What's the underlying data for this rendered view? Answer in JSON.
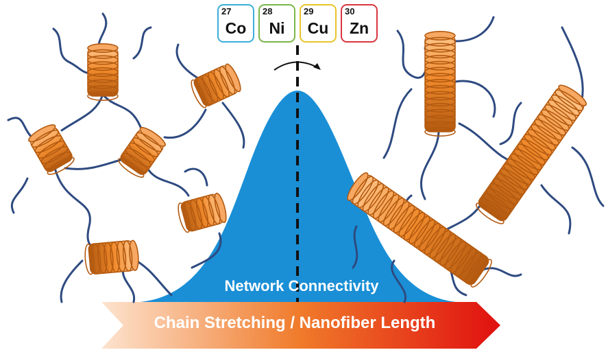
{
  "elements": [
    {
      "number": "27",
      "symbol": "Co",
      "color": "#3aaed8"
    },
    {
      "number": "28",
      "symbol": "Ni",
      "color": "#7ab648"
    },
    {
      "number": "29",
      "symbol": "Cu",
      "color": "#e8c42a"
    },
    {
      "number": "30",
      "symbol": "Zn",
      "color": "#d9363e"
    }
  ],
  "curve_label": "Network Connectivity",
  "arrow_label": "Chain Stretching / Nanofiber Length",
  "colors": {
    "distribution": "#1a8fd6",
    "coil": "#f08a2c",
    "coil_dark": "#b35a10",
    "chain": "#2e4a80",
    "arrow_start": "#fde3cf",
    "arrow_mid": "#f07a2a",
    "arrow_end": "#e01010"
  },
  "icons": [
    "curved-arrow-icon",
    "dashed-divider-line"
  ]
}
